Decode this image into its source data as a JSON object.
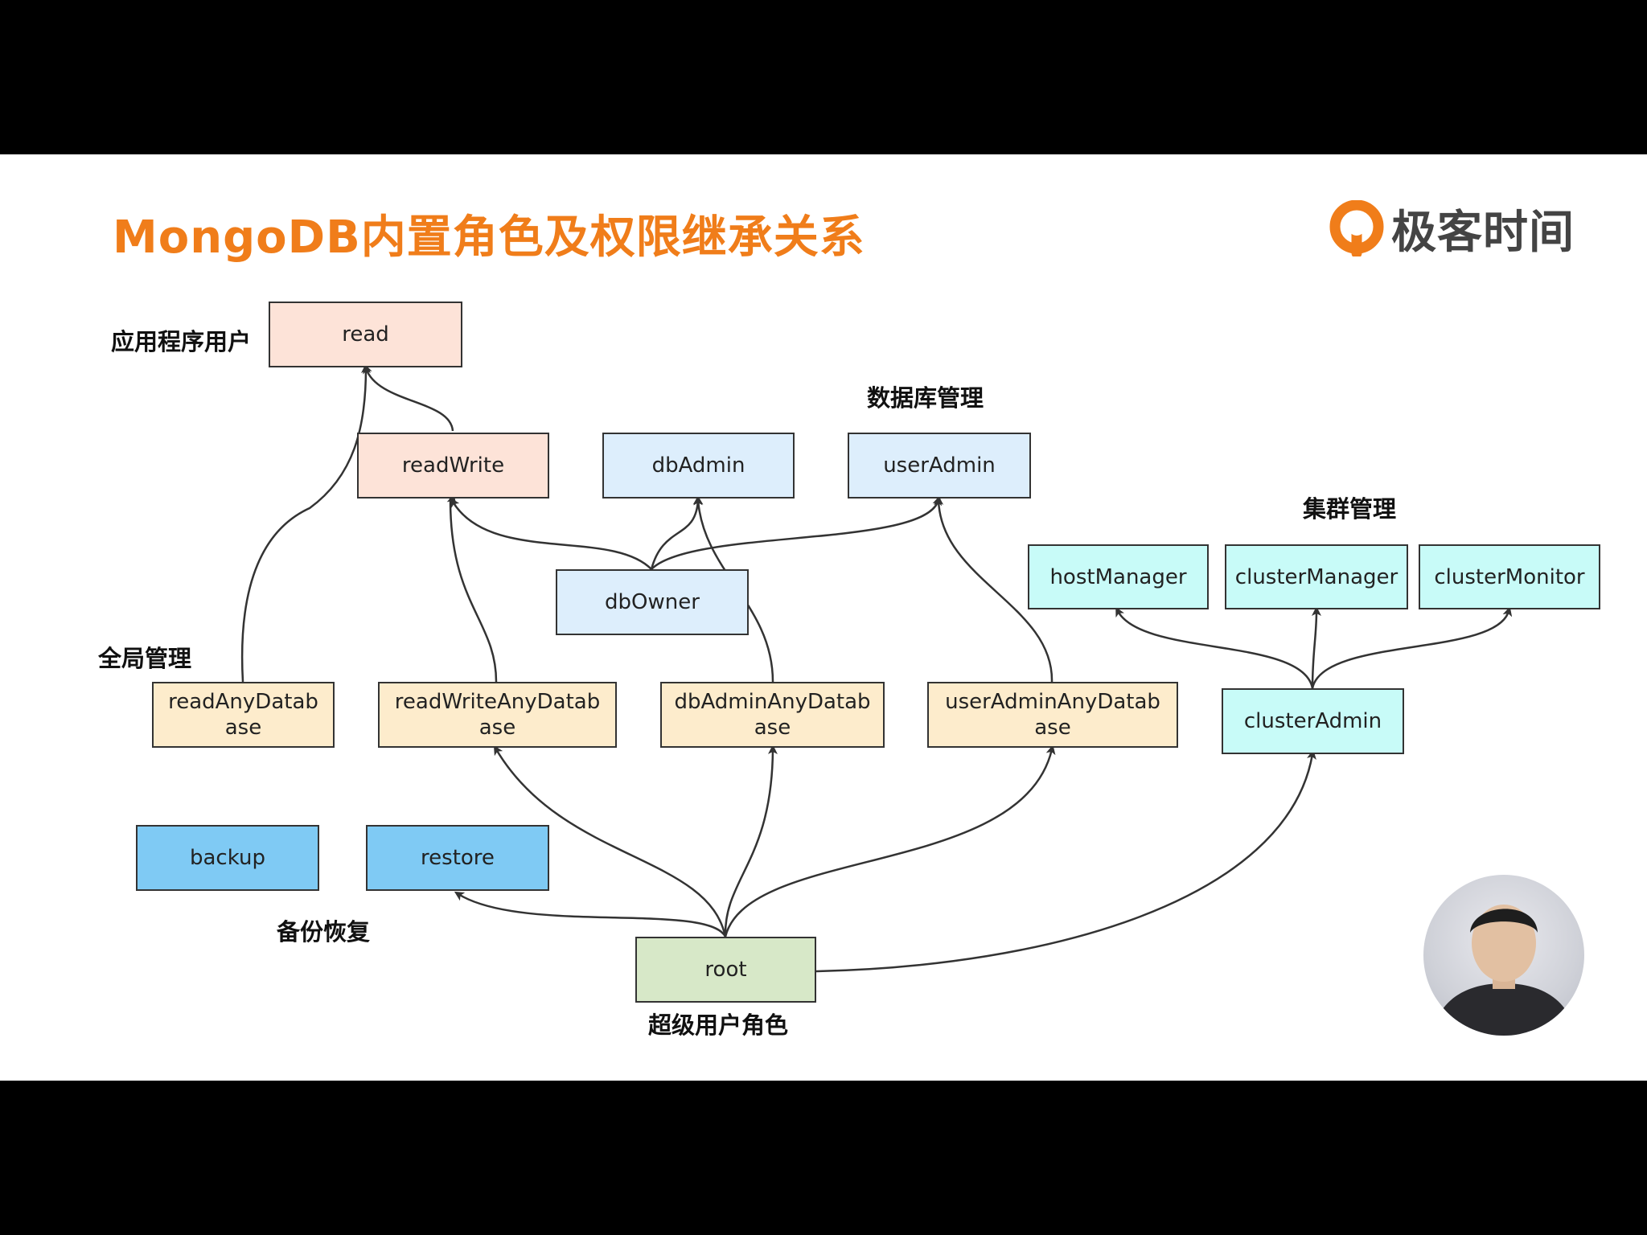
{
  "title": "MongoDB内置角色及权限继承关系",
  "logo": {
    "text": "极客时间",
    "color": "#f07d1a"
  },
  "group_labels": {
    "app_user": "应用程序用户",
    "db_admin": "数据库管理",
    "cluster": "集群管理",
    "global": "全局管理",
    "backup": "备份恢复",
    "super": "超级用户角色"
  },
  "nodes": {
    "read": "read",
    "readWrite": "readWrite",
    "dbAdmin": "dbAdmin",
    "userAdmin": "userAdmin",
    "dbOwner": "dbOwner",
    "hostManager": "hostManager",
    "clusterManager": "clusterManager",
    "clusterMonitor": "clusterMonitor",
    "readAnyDatabase": "readAnyDatabase",
    "readWriteAnyDatabase": "readWriteAnyDatabase",
    "dbAdminAnyDatabase": "dbAdminAnyDatabase",
    "userAdminAnyDatabase": "userAdminAnyDatabase",
    "clusterAdmin": "clusterAdmin",
    "backup": "backup",
    "restore": "restore",
    "root": "root"
  },
  "edges": [
    [
      "readWrite",
      "read"
    ],
    [
      "readAnyDatabase",
      "read"
    ],
    [
      "readWriteAnyDatabase",
      "readWrite"
    ],
    [
      "dbOwner",
      "readWrite"
    ],
    [
      "dbOwner",
      "dbAdmin"
    ],
    [
      "dbOwner",
      "userAdmin"
    ],
    [
      "dbAdminAnyDatabase",
      "dbAdmin"
    ],
    [
      "userAdminAnyDatabase",
      "userAdmin"
    ],
    [
      "clusterAdmin",
      "hostManager"
    ],
    [
      "clusterAdmin",
      "clusterManager"
    ],
    [
      "clusterAdmin",
      "clusterMonitor"
    ],
    [
      "root",
      "readWriteAnyDatabase"
    ],
    [
      "root",
      "dbAdminAnyDatabase"
    ],
    [
      "root",
      "userAdminAnyDatabase"
    ],
    [
      "root",
      "clusterAdmin"
    ],
    [
      "root",
      "restore"
    ]
  ],
  "colors": {
    "app_user": "#fde3d8",
    "db_admin": "#ddeefc",
    "cluster": "#c8fbf8",
    "global": "#fdeccc",
    "backup": "#7fcaf4",
    "super": "#d7e8c8"
  }
}
